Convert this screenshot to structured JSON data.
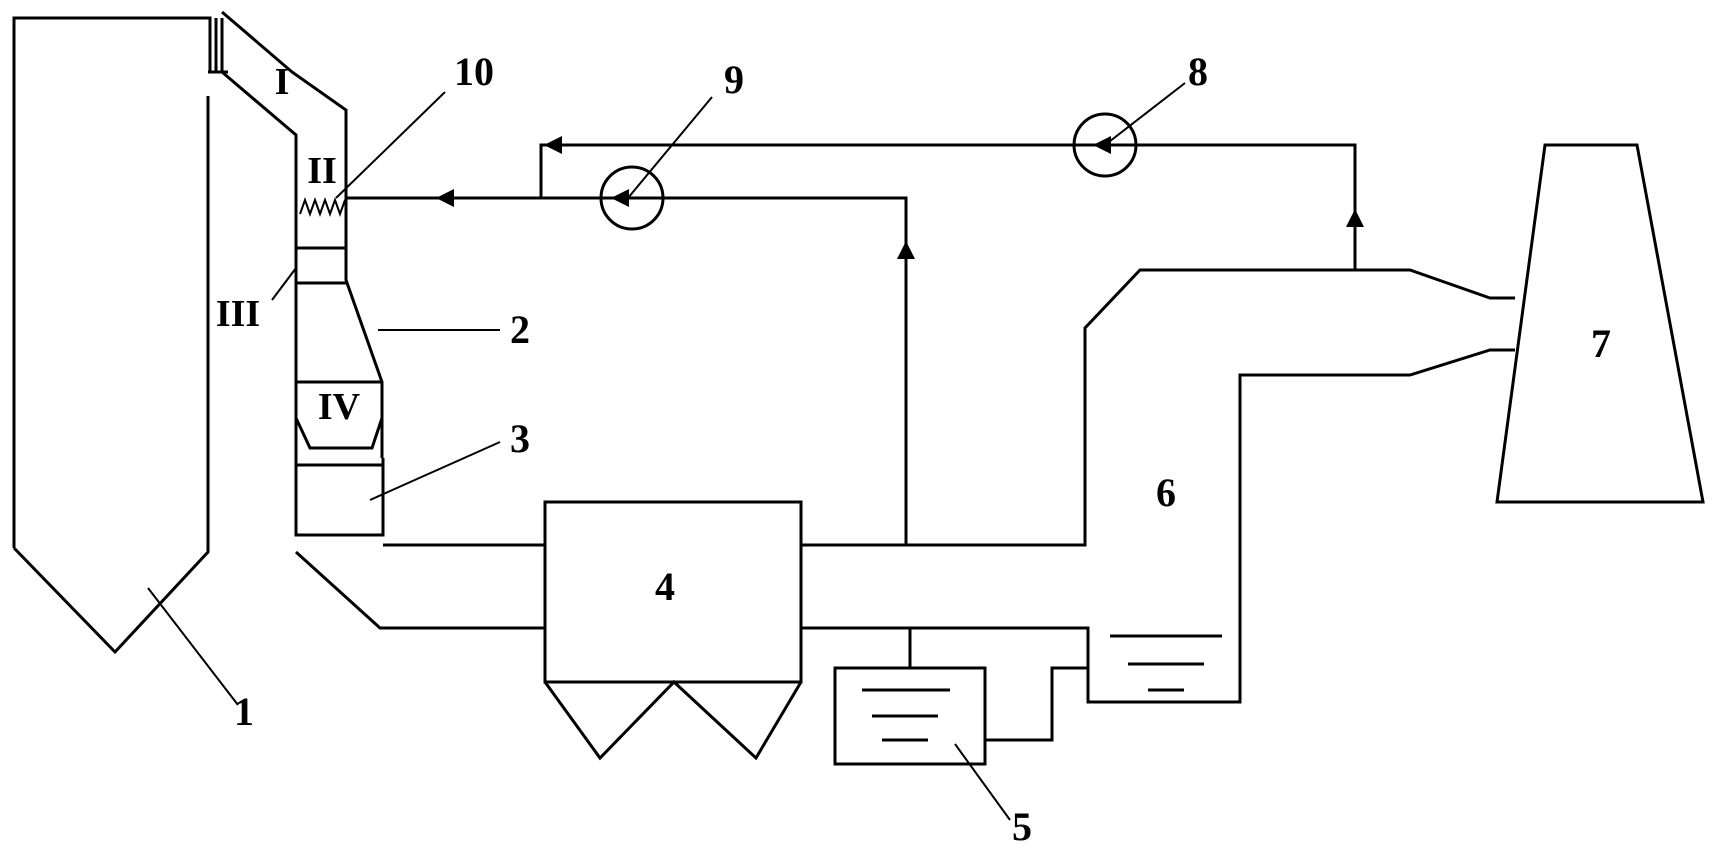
{
  "labels": {
    "boiler": "1",
    "flue": "2",
    "flue_outlet": "3",
    "precipitator": "4",
    "tank": "5",
    "duct": "6",
    "tower": "7",
    "pump_upper": "8",
    "pump_lower": "9",
    "spray": "10",
    "zone_1": "I",
    "zone_2": "II",
    "zone_3": "III",
    "zone_4": "IV"
  }
}
